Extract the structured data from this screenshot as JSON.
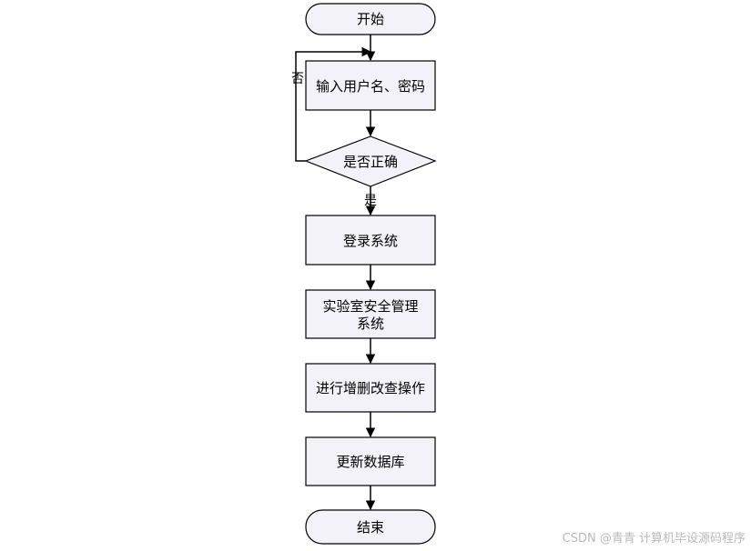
{
  "diagram": {
    "start": "开始",
    "input": "输入用户名、密码",
    "decision": "是否正确",
    "no_label": "否",
    "yes_label": "是",
    "login": "登录系统",
    "system_line1": "实验室安全管理",
    "system_line2": "系统",
    "crud": "进行增删改查操作",
    "update_db": "更新数据库",
    "end": "结束"
  },
  "watermark": "CSDN @青青   计算机毕设源码程序",
  "colors": {
    "node_fill": "#f2f2f8",
    "stroke": "#000000"
  }
}
